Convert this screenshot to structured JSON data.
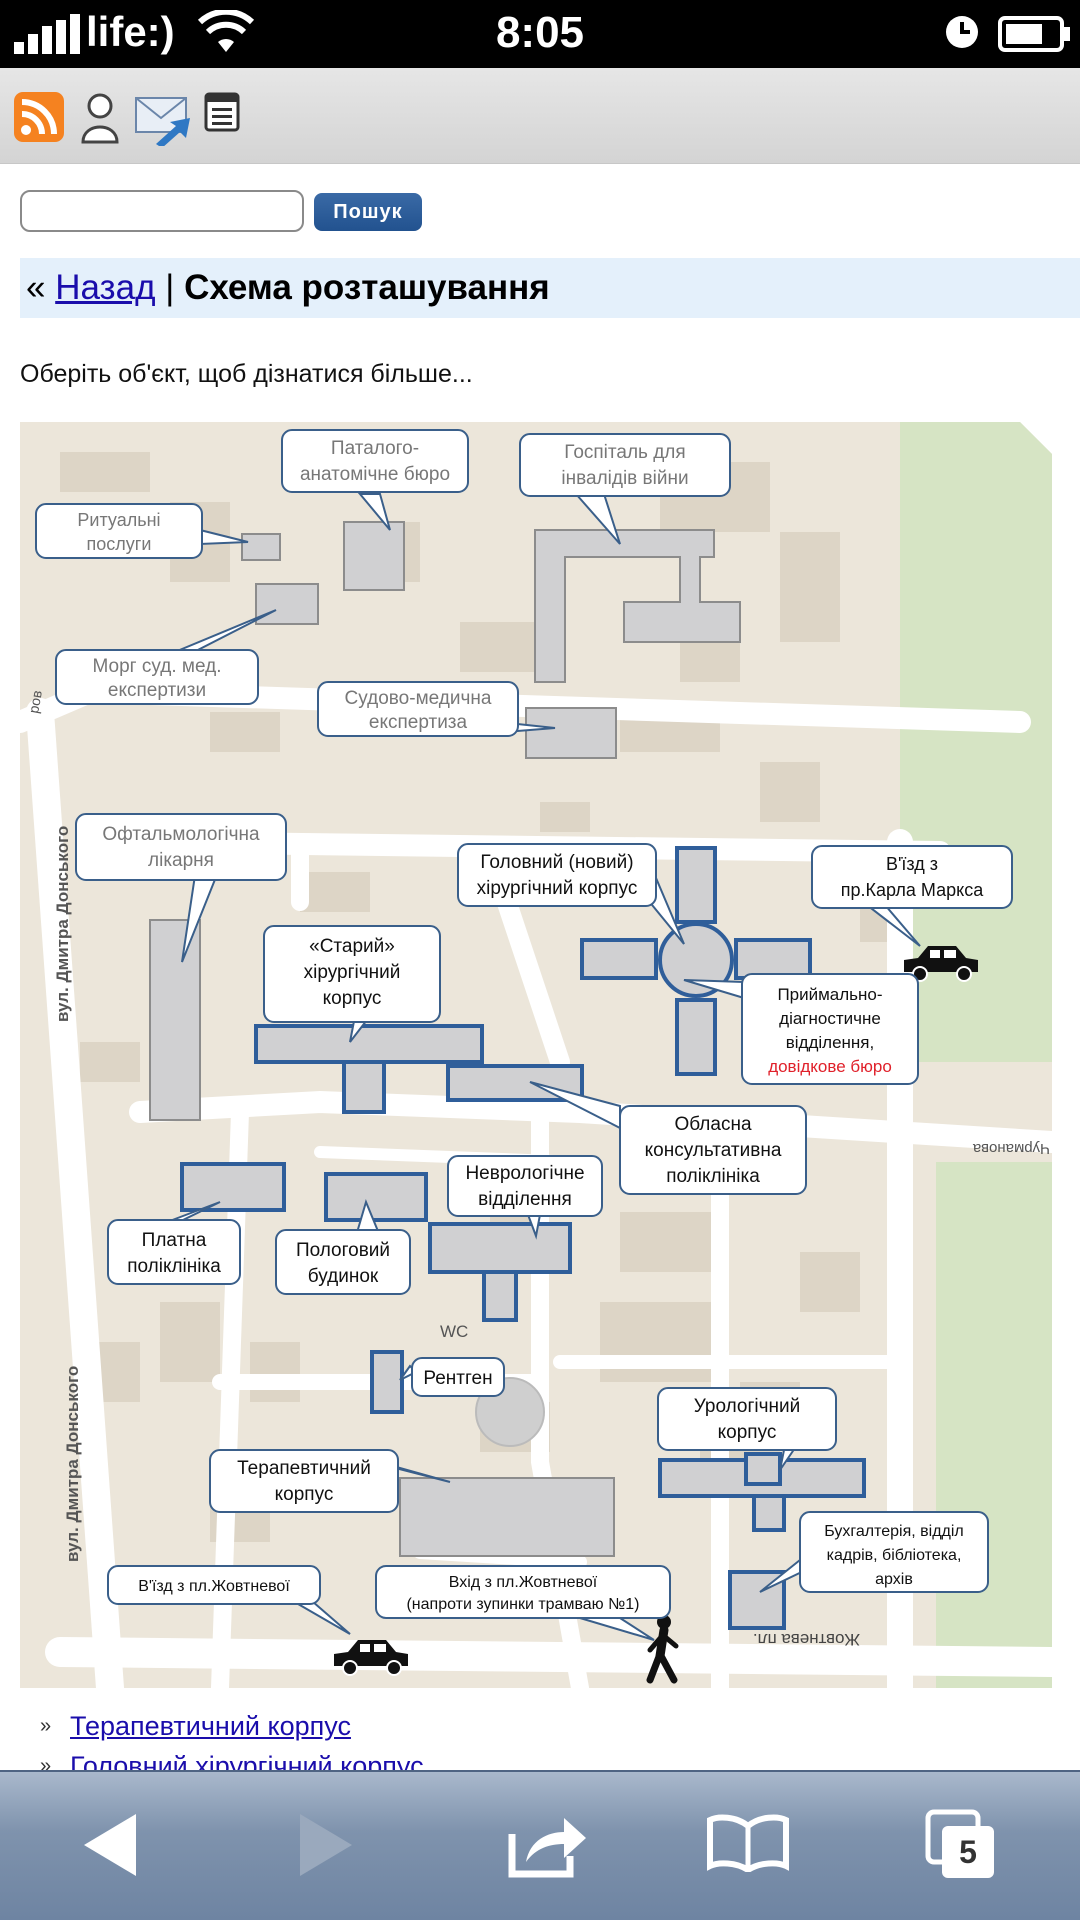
{
  "status_bar": {
    "carrier": "life:)",
    "time": "8:05"
  },
  "toolbar": {
    "icons": [
      "rss-icon",
      "user-icon",
      "mail-icon",
      "page-icon"
    ]
  },
  "search": {
    "button_label": "Пошук",
    "value": ""
  },
  "breadcrumb": {
    "prefix": "«",
    "back_label": "Назад",
    "separator": "|",
    "title": "Схема розташування"
  },
  "hint": "Оберіть об'єкт, щоб дізнатися більше...",
  "map": {
    "callouts": {
      "patolog": [
        "Паталого-",
        "анатомічне бюро"
      ],
      "gospital": [
        "Госпіталь для",
        "інвалідів війни"
      ],
      "ritual": [
        "Ритуальні",
        "послуги"
      ],
      "morg": [
        "Морг суд. мед.",
        "експертизи"
      ],
      "sudovo": [
        "Судово-медична",
        "експертиза"
      ],
      "oftalm": [
        "Офтальмологічна",
        "лікарня"
      ],
      "golovniy": [
        "Головний (новий)",
        "хірургічний корпус"
      ],
      "vizd_marksa": [
        "В'їзд з",
        "пр.Карла Маркса"
      ],
      "stariy": [
        "«Старий»",
        "хірургічний",
        "корпус"
      ],
      "prymalno": [
        "Приймально-",
        "діагностичне",
        "відділення,"
      ],
      "prymalno_red": "довідкове бюро",
      "oblasna": [
        "Обласна",
        "консультативна",
        "поліклініка"
      ],
      "nevrolog": [
        "Неврологічне",
        "відділення"
      ],
      "platna": [
        "Платна",
        "поліклініка"
      ],
      "pologoviy": [
        "Пологовий",
        "будинок"
      ],
      "rentgen": [
        "Рентген"
      ],
      "urolog": [
        "Урологічний",
        "корпус"
      ],
      "terapev": [
        "Терапевтичний",
        "корпус"
      ],
      "buhgal": [
        "Бухгалтерія, відділ",
        "кадрів, бібліотека,",
        "архів"
      ],
      "vizd_zhovt": [
        "В'їзд з пл.Жовтневої"
      ],
      "vhid_zhovt": [
        "Вхід з пл.Жовтневої",
        "(напроти зупинки трамваю №1)"
      ]
    },
    "street_left_1": "вул. Дмитра Донського",
    "street_left_2": "вул. Дмитра Донського",
    "street_right": "Чурманова",
    "street_bottom": "Жовтнева пл.",
    "wc": "WC",
    "street_top_left": "ров"
  },
  "links": [
    "Терапевтичний корпус",
    "Головний хірургічний корпус"
  ],
  "tabs_count": "5",
  "colors": {
    "building_border": "#2f5e9a",
    "building_fill": "#d0d0d2",
    "ground": "#ece6da",
    "road": "#ffffff",
    "red_text": "#e0202a",
    "link": "#1a0dab"
  }
}
